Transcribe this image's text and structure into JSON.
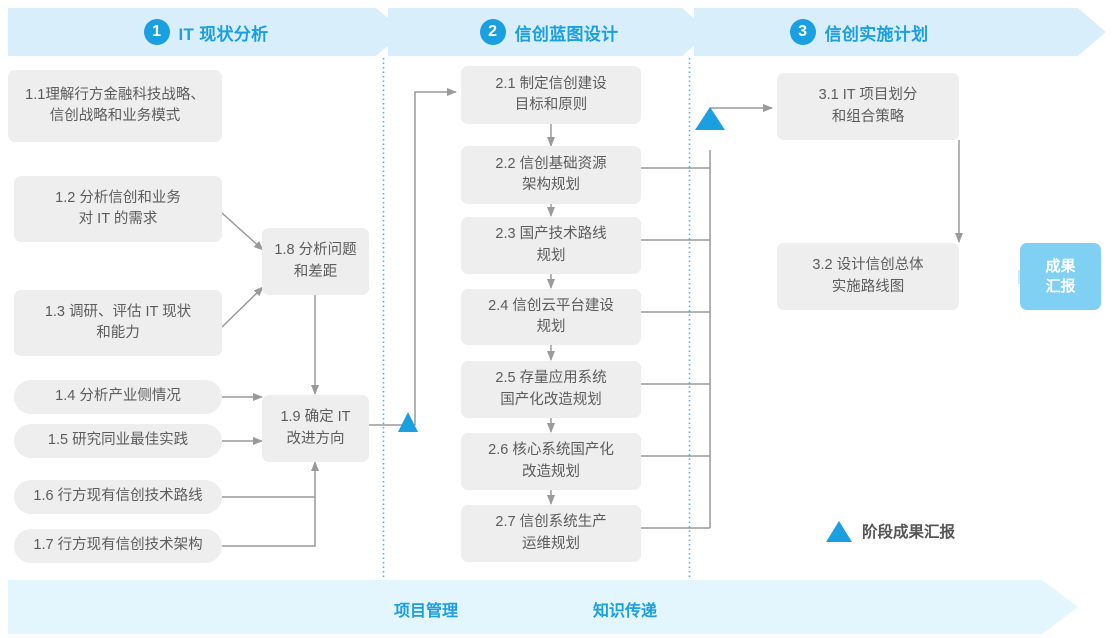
{
  "phases": [
    {
      "num": "1",
      "title": "IT 现状分析"
    },
    {
      "num": "2",
      "title": "信创蓝图设计"
    },
    {
      "num": "3",
      "title": "信创实施计划"
    }
  ],
  "nodes": {
    "n11": "1.1理解行方金融科技战略、\n信创战略和业务模式",
    "n12": "1.2 分析信创和业务\n对 IT 的需求",
    "n13": "1.3 调研、评估 IT 现状\n和能力",
    "n14": "1.4 分析产业侧情况",
    "n15": "1.5 研究同业最佳实践",
    "n16": "1.6 行方现有信创技术路线",
    "n17": "1.7 行方现有信创技术架构",
    "n18": "1.8 分析问题\n和差距",
    "n19": "1.9 确定 IT\n改进方向",
    "n21": "2.1 制定信创建设\n目标和原则",
    "n22": "2.2 信创基础资源\n架构规划",
    "n23": "2.3 国产技术路线\n规划",
    "n24": "2.4 信创云平台建设\n规划",
    "n25": "2.5 存量应用系统\n国产化改造规划",
    "n26": "2.6 核心系统国产化\n改造规划",
    "n27": "2.7 信创系统生产\n运维规划",
    "n31": "3.1 IT 项目划分\n和组合策略",
    "n32": "3.2 设计信创总体\n实施路线图"
  },
  "deliverable": "成果\n汇报",
  "legend": {
    "label": "阶段成果汇报"
  },
  "footer": {
    "project_management": "项目管理",
    "knowledge_transfer": "知识传递"
  },
  "colors": {
    "accent": "#1a9fe0",
    "band": "#d8eefa",
    "footer_band": "#e3f5fd",
    "node_fill": "#eeeeee",
    "node_text": "#5c5c5c",
    "connector": "#9a9a9a",
    "chip_fill": "#7fd0f2",
    "chip_arrow": "#cceaf8",
    "divider": "#4db6e8"
  }
}
